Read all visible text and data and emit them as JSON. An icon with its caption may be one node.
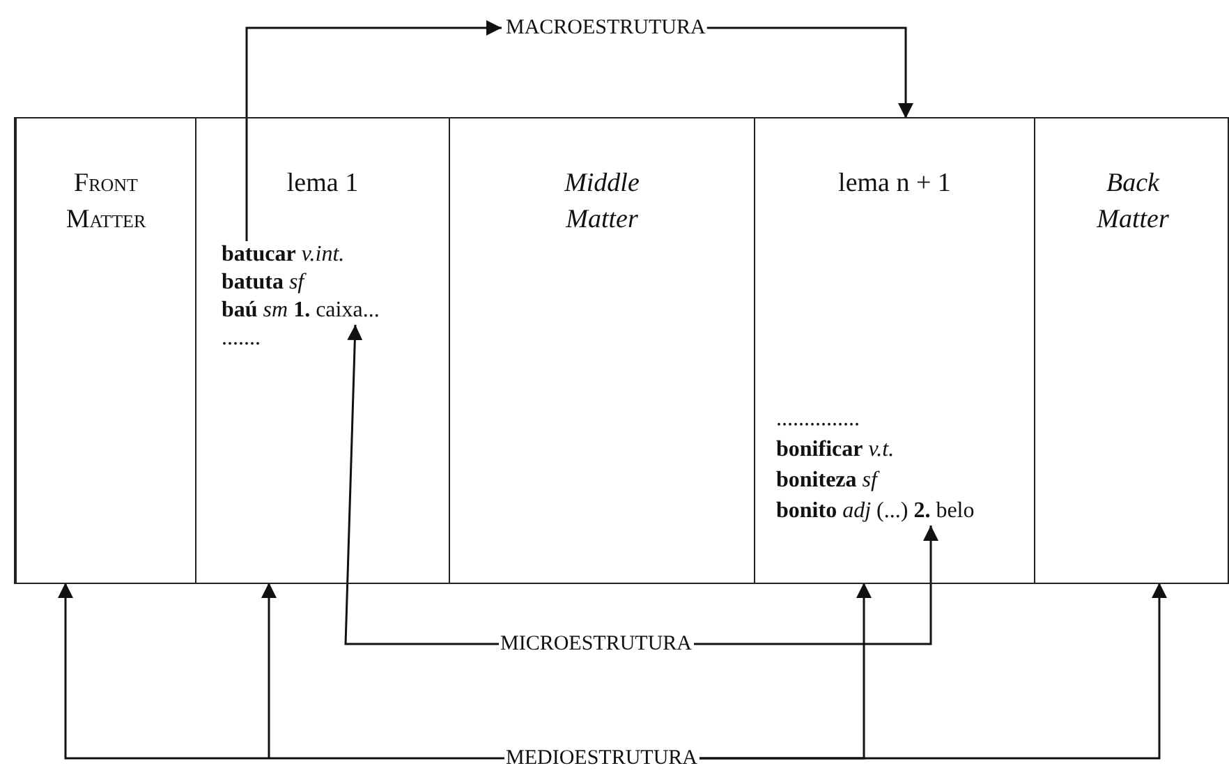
{
  "diagram": {
    "nodes": [
      {
        "text": [],
        "shape": "box"
      },
      {
        "text": [
          "Front Matter"
        ],
        "in": 0
      },
      {
        "text": [
          "lema 1"
        ],
        "in": 0
      },
      {
        "text": [
          "**batucar** *v.int.*"
        ],
        "in": 2
      },
      {
        "text": [
          "**batuta** *sf*"
        ],
        "in": 2
      },
      {
        "text": [
          "**baú** *sm* **1.** caixa..."
        ],
        "in": 2
      },
      {
        "text": [
          "......."
        ],
        "in": 2
      },
      {
        "text": [
          "Middle Matter"
        ],
        "in": 0
      },
      {
        "text": [
          "lema n + 1"
        ],
        "in": 0
      },
      {
        "text": [
          "..............."
        ],
        "in": 8
      },
      {
        "text": [
          "**bonificar** *v.t.*"
        ],
        "in": 8
      },
      {
        "text": [
          "**boniteza** *sf*"
        ],
        "in": 8
      },
      {
        "text": [
          "**bonito** *adj* (...) **2.** belo"
        ],
        "in": 8
      },
      {
        "text": [
          "Back Matter"
        ],
        "in": 0
      },
      {
        "text": [
          "MACROESTRUTURA"
        ]
      },
      {
        "text": [
          "MICROESTRUTURA"
        ]
      },
      {
        "text": [
          "MEDIOESTRUTURA"
        ]
      }
    ],
    "edges": [
      {
        "from": 3,
        "to": 14,
        "arrow": "to"
      },
      {
        "from": 14,
        "to": 8,
        "arrow": "to"
      },
      {
        "from": 15,
        "to": 5,
        "arrow": "to"
      },
      {
        "from": 15,
        "to": 12,
        "arrow": "to"
      },
      {
        "from": 16,
        "to": 1,
        "arrow": "to"
      },
      {
        "from": 16,
        "to": 2,
        "arrow": "to"
      },
      {
        "from": 16,
        "to": 8,
        "arrow": "to"
      },
      {
        "from": 16,
        "to": 13,
        "arrow": "to"
      }
    ]
  }
}
